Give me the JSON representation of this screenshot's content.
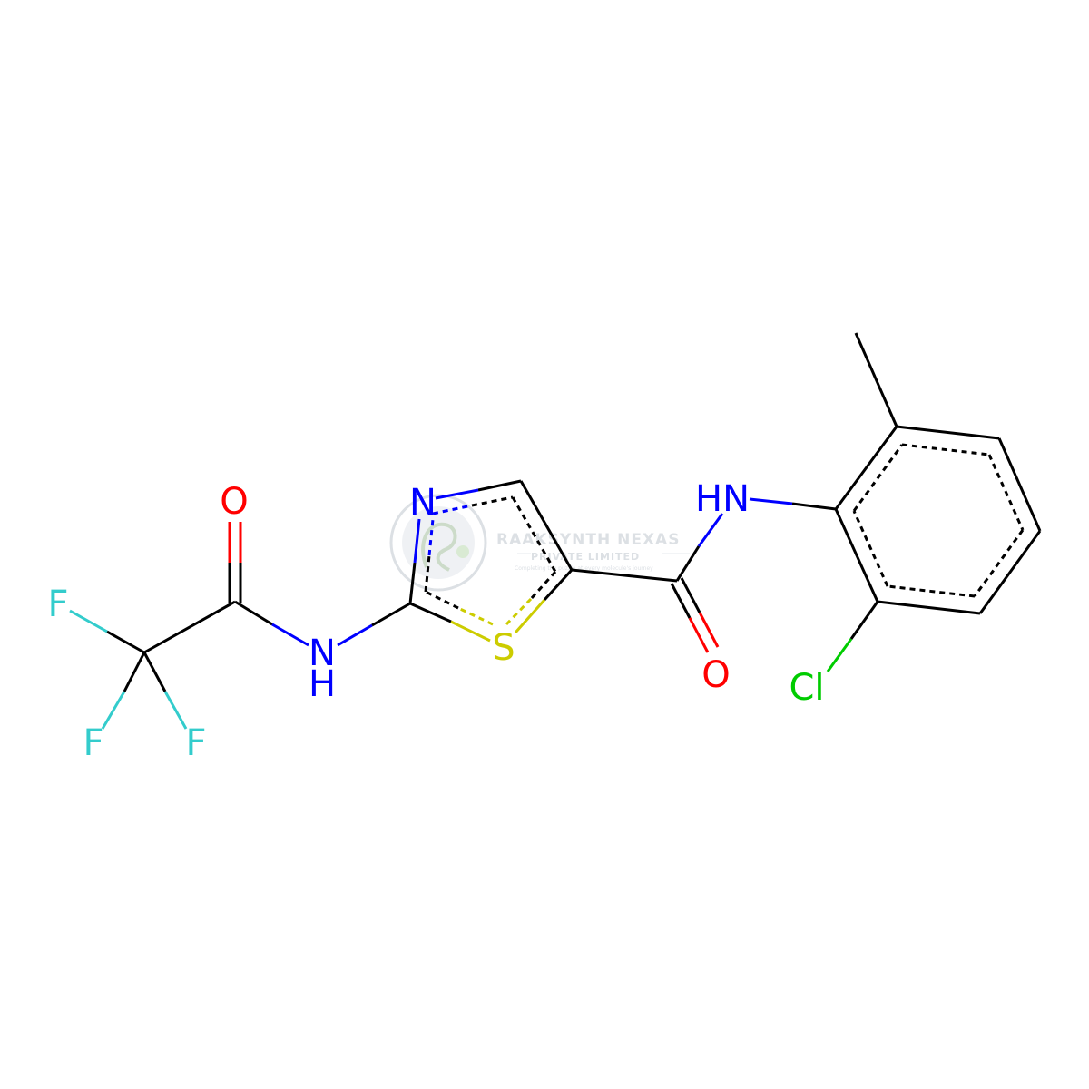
{
  "watermark": {
    "line1": "RAAKSYNTH NEXAS",
    "line2": "PRIVATE LIMITED",
    "tagline": "Completing the puzzle at every molecule's journey"
  },
  "atoms": {
    "n_ring": "N",
    "s_ring": "S",
    "o_amide_left": "O",
    "o_amide_right": "O",
    "nh_left_n": "N",
    "nh_left_h": "H",
    "nh_right": "HN",
    "cl": "Cl",
    "f_top": "F",
    "f_bottom_left": "F",
    "f_bottom_right": "F"
  },
  "colors": {
    "carbon": "#000000",
    "nitrogen": "#0000FF",
    "oxygen": "#FF0000",
    "sulfur": "#CCCC00",
    "chlorine": "#00CC00",
    "fluorine": "#33CCCC",
    "watermark": "#d9dde2"
  }
}
